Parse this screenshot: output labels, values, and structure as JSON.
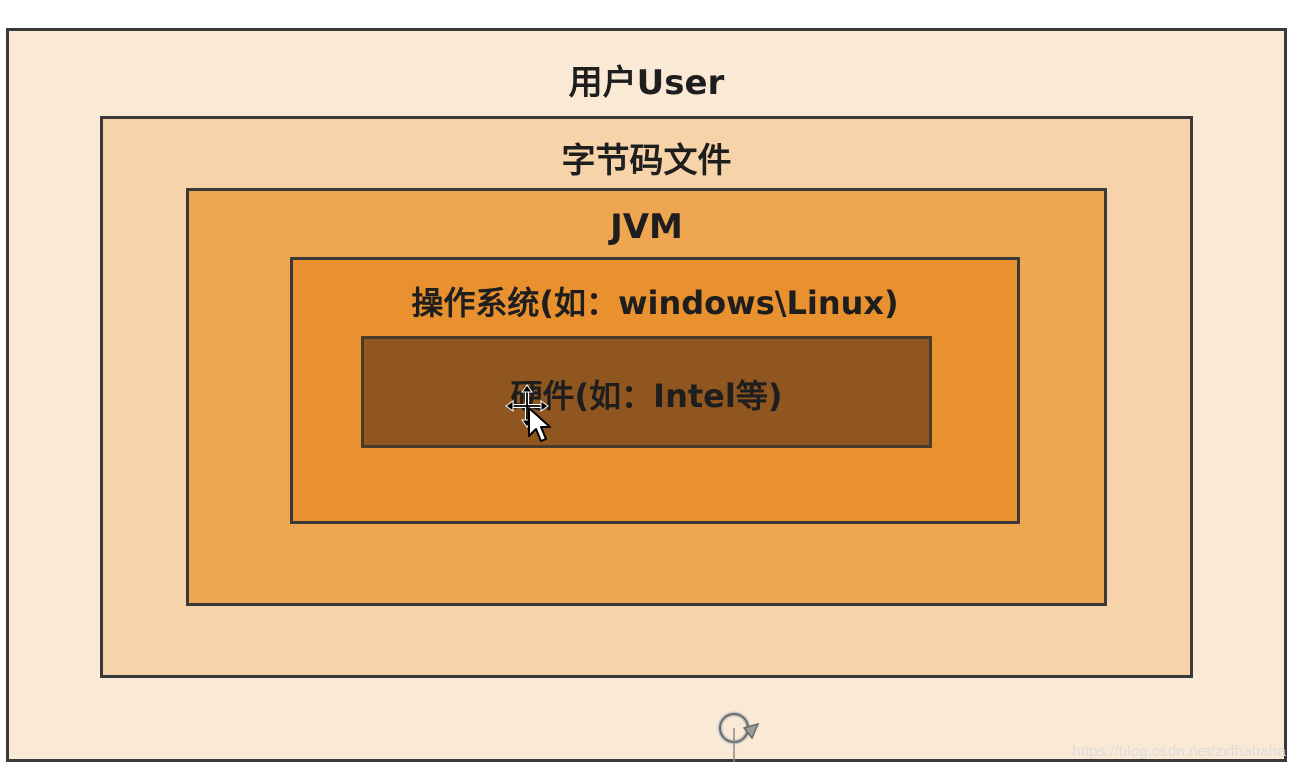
{
  "layers": {
    "user": "用户User",
    "bytecode": "字节码文件",
    "jvm": "JVM",
    "os": "操作系统(如：windows\\Linux)",
    "hardware": "硬件(如：Intel等)"
  },
  "watermark": "https://blog.csdn.net/zxfhahaha",
  "icons": {
    "cursor": "move-cursor-icon",
    "refresh": "refresh-icon"
  },
  "colors": {
    "user": "#fae9d4",
    "bytecode": "#f6d3a8",
    "jvm": "#eea650",
    "os": "#e9902f",
    "hardware": "#8f561f",
    "border": "#3a3a3a"
  }
}
